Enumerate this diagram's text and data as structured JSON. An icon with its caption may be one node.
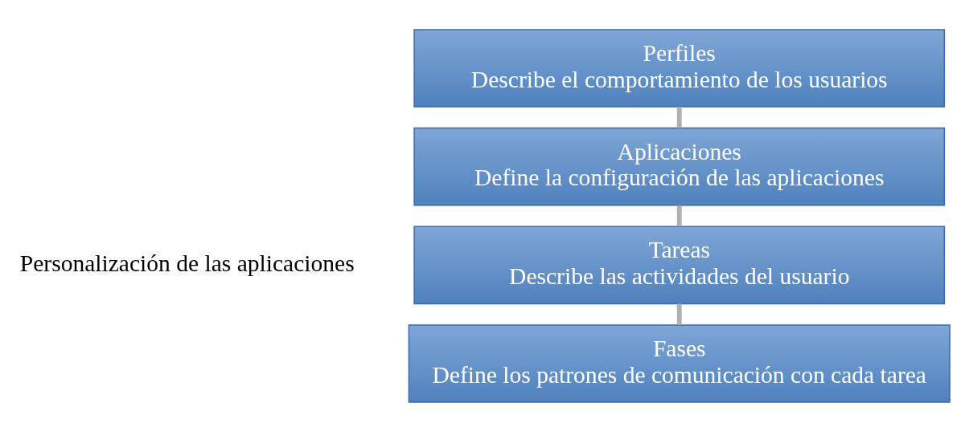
{
  "diagram": {
    "nodes": [
      {
        "text": [
          "Perfiles",
          "Describe el comportamiento de los usuarios"
        ]
      },
      {
        "text": [
          "Aplicaciones",
          "Define la configuración de las aplicaciones"
        ]
      },
      {
        "text": [
          "Tareas",
          "Describe las actividades del usuario"
        ]
      },
      {
        "text": [
          "Fases",
          "Define los patrones de comunicación con cada tarea"
        ]
      }
    ],
    "edges": [
      {
        "from": 0,
        "to": 1,
        "arrow": "none"
      },
      {
        "from": 1,
        "to": 2,
        "arrow": "none"
      },
      {
        "from": 2,
        "to": 3,
        "arrow": "none"
      }
    ],
    "labels": [
      "Personalización de las aplicaciones"
    ]
  }
}
